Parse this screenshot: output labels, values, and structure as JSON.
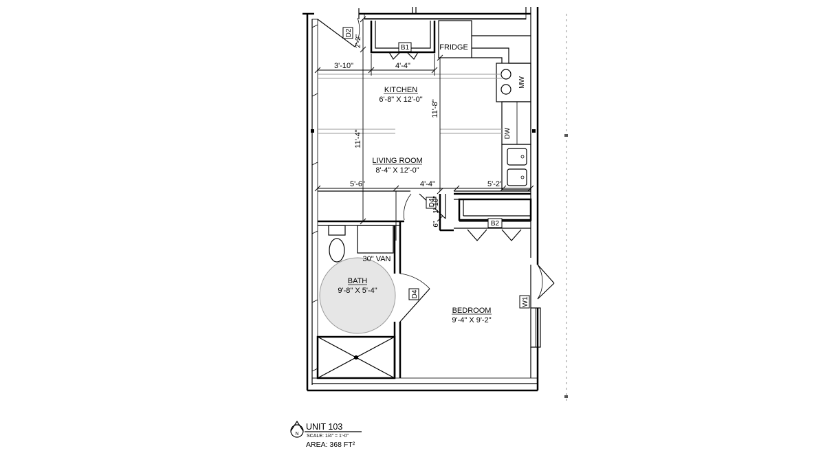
{
  "rooms": {
    "kitchen": {
      "name": "KITCHEN",
      "size": "6'-8\" X 12'-0\""
    },
    "living": {
      "name": "LIVING ROOM",
      "size": "8'-4\" X 12'-0\""
    },
    "bath": {
      "name": "BATH",
      "size": "9'-8\" X 5'-4\""
    },
    "bedroom": {
      "name": "BEDROOM",
      "size": "9'-4\" X 9'-2\""
    }
  },
  "fixtures": {
    "fridge": "FRIDGE",
    "microwave": "MW",
    "dishwasher": "DW",
    "vanity": "30\" VAN"
  },
  "tags": {
    "b1": "B1",
    "b2": "B2",
    "d2": "D2",
    "d4_upper": "D4",
    "d4_lower": "D4",
    "w1": "W1"
  },
  "dimensions": {
    "d1": "3'-10\"",
    "d2": "4'-4\"",
    "d3": "2'-2\"",
    "d4": "11'-8\"",
    "d5": "11'-4\"",
    "d6": "5'-6\"",
    "d7": "4'-4\"",
    "d8": "5'-2\"",
    "d9": "1'-10\"",
    "d10": "6\""
  },
  "title_block": {
    "unit": "UNIT 103",
    "scale": "SCALE: 1/4\" = 1'-0\"",
    "area": "AREA: 368 FT²",
    "north": "N"
  }
}
